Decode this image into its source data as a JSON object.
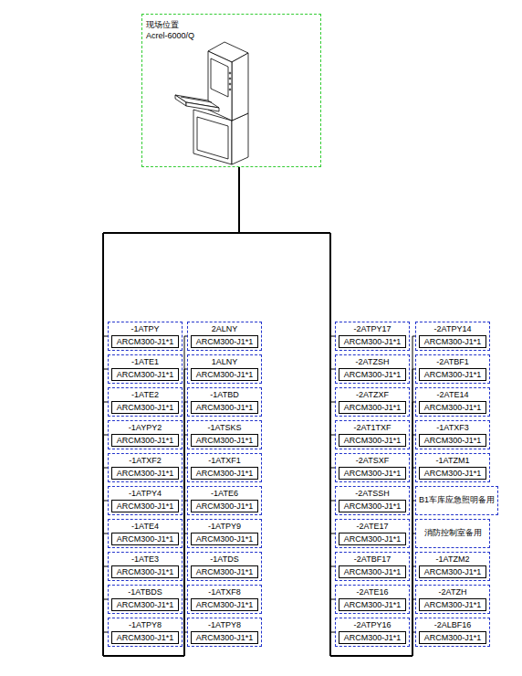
{
  "diagram": {
    "nodes": [
      {
        "text": [
          "现场位置",
          "Acrel-6000/Q"
        ]
      },
      {
        "text": [
          "-1ATPY",
          "ARCM300-J1*1"
        ]
      },
      {
        "text": [
          "-1ATE1",
          "ARCM300-J1*1"
        ]
      },
      {
        "text": [
          "-1ATE2",
          "ARCM300-J1*1"
        ]
      },
      {
        "text": [
          "-1AYPY2",
          "ARCM300-J1*1"
        ]
      },
      {
        "text": [
          "-1ATXF2",
          "ARCM300-J1*1"
        ]
      },
      {
        "text": [
          "-1ATPY4",
          "ARCM300-J1*1"
        ]
      },
      {
        "text": [
          "-1ATE4",
          "ARCM300-J1*1"
        ]
      },
      {
        "text": [
          "-1ATE3",
          "ARCM300-J1*1"
        ]
      },
      {
        "text": [
          "-1ATBDS",
          "ARCM300-J1*1"
        ]
      },
      {
        "text": [
          "-1ATPY8",
          "ARCM300-J1*1"
        ]
      },
      {
        "text": [
          "2ALNY",
          "ARCM300-J1*1"
        ]
      },
      {
        "text": [
          "1ALNY",
          "ARCM300-J1*1"
        ]
      },
      {
        "text": [
          "-1ATBD",
          "ARCM300-J1*1"
        ]
      },
      {
        "text": [
          "-1ATSKS",
          "ARCM300-J1*1"
        ]
      },
      {
        "text": [
          "-1ATXF1",
          "ARCM300-J1*1"
        ]
      },
      {
        "text": [
          "-1ATE6",
          "ARCM300-J1*1"
        ]
      },
      {
        "text": [
          "-1ATPY9",
          "ARCM300-J1*1"
        ]
      },
      {
        "text": [
          "-1ATDS",
          "ARCM300-J1*1"
        ]
      },
      {
        "text": [
          "-1ATXF8",
          "ARCM300-J1*1"
        ]
      },
      {
        "text": [
          "-1ATPY8",
          "ARCM300-J1*1"
        ]
      },
      {
        "text": [
          "-2ATPY17",
          "ARCM300-J1*1"
        ]
      },
      {
        "text": [
          "-2ATZSH",
          "ARCM300-J1*1"
        ]
      },
      {
        "text": [
          "-2ATZXF",
          "ARCM300-J1*1"
        ]
      },
      {
        "text": [
          "-2AT1TXF",
          "ARCM300-J1*1"
        ]
      },
      {
        "text": [
          "-2ATSXF",
          "ARCM300-J1*1"
        ]
      },
      {
        "text": [
          "-2ATSSH",
          "ARCM300-J1*1"
        ]
      },
      {
        "text": [
          "-2ATE17",
          "ARCM300-J1*1"
        ]
      },
      {
        "text": [
          "-2ATBF17",
          "ARCM300-J1*1"
        ]
      },
      {
        "text": [
          "-2ATE16",
          "ARCM300-J1*1"
        ]
      },
      {
        "text": [
          "-2ATPY16",
          "ARCM300-J1*1"
        ]
      },
      {
        "text": [
          "-2ATPY14",
          "ARCM300-J1*1"
        ]
      },
      {
        "text": [
          "-2ATBF1",
          "ARCM300-J1*1"
        ]
      },
      {
        "text": [
          "-2ATE14",
          "ARCM300-J1*1"
        ]
      },
      {
        "text": [
          "-1ATXF3",
          "ARCM300-J1*1"
        ]
      },
      {
        "text": [
          "-1ATZM1",
          "ARCM300-J1*1"
        ]
      },
      {
        "text": [
          "B1车库应急照明备用"
        ]
      },
      {
        "text": [
          "消防控制室备用"
        ]
      },
      {
        "text": [
          "-1ATZM2",
          "ARCM300-J1*1"
        ]
      },
      {
        "text": [
          "-2ATZH",
          "ARCM300-J1*1"
        ]
      },
      {
        "text": [
          "-2ALBF16",
          "ARCM300-J1*1"
        ]
      }
    ],
    "edges": [
      {
        "from": 0,
        "to": 1,
        "arrow": "none"
      },
      {
        "from": 0,
        "to": 2,
        "arrow": "none"
      },
      {
        "from": 0,
        "to": 3,
        "arrow": "none"
      },
      {
        "from": 0,
        "to": 4,
        "arrow": "none"
      },
      {
        "from": 0,
        "to": 5,
        "arrow": "none"
      },
      {
        "from": 0,
        "to": 6,
        "arrow": "none"
      },
      {
        "from": 0,
        "to": 7,
        "arrow": "none"
      },
      {
        "from": 0,
        "to": 8,
        "arrow": "none"
      },
      {
        "from": 0,
        "to": 9,
        "arrow": "none"
      },
      {
        "from": 0,
        "to": 10,
        "arrow": "none"
      },
      {
        "from": 0,
        "to": 11,
        "arrow": "none"
      },
      {
        "from": 0,
        "to": 12,
        "arrow": "none"
      },
      {
        "from": 0,
        "to": 13,
        "arrow": "none"
      },
      {
        "from": 0,
        "to": 14,
        "arrow": "none"
      },
      {
        "from": 0,
        "to": 15,
        "arrow": "none"
      },
      {
        "from": 0,
        "to": 16,
        "arrow": "none"
      },
      {
        "from": 0,
        "to": 17,
        "arrow": "none"
      },
      {
        "from": 0,
        "to": 18,
        "arrow": "none"
      },
      {
        "from": 0,
        "to": 19,
        "arrow": "none"
      },
      {
        "from": 0,
        "to": 20,
        "arrow": "none"
      },
      {
        "from": 0,
        "to": 21,
        "arrow": "none"
      },
      {
        "from": 0,
        "to": 22,
        "arrow": "none"
      },
      {
        "from": 0,
        "to": 23,
        "arrow": "none"
      },
      {
        "from": 0,
        "to": 24,
        "arrow": "none"
      },
      {
        "from": 0,
        "to": 25,
        "arrow": "none"
      },
      {
        "from": 0,
        "to": 26,
        "arrow": "none"
      },
      {
        "from": 0,
        "to": 27,
        "arrow": "none"
      },
      {
        "from": 0,
        "to": 28,
        "arrow": "none"
      },
      {
        "from": 0,
        "to": 29,
        "arrow": "none"
      },
      {
        "from": 0,
        "to": 30,
        "arrow": "none"
      },
      {
        "from": 0,
        "to": 31,
        "arrow": "none"
      },
      {
        "from": 0,
        "to": 32,
        "arrow": "none"
      },
      {
        "from": 0,
        "to": 33,
        "arrow": "none"
      },
      {
        "from": 0,
        "to": 34,
        "arrow": "none"
      },
      {
        "from": 0,
        "to": 35,
        "arrow": "none"
      },
      {
        "from": 0,
        "to": 36,
        "arrow": "none"
      },
      {
        "from": 0,
        "to": 37,
        "arrow": "none"
      },
      {
        "from": 0,
        "to": 38,
        "arrow": "none"
      },
      {
        "from": 0,
        "to": 39,
        "arrow": "none"
      },
      {
        "from": 0,
        "to": 40,
        "arrow": "none"
      }
    ]
  }
}
